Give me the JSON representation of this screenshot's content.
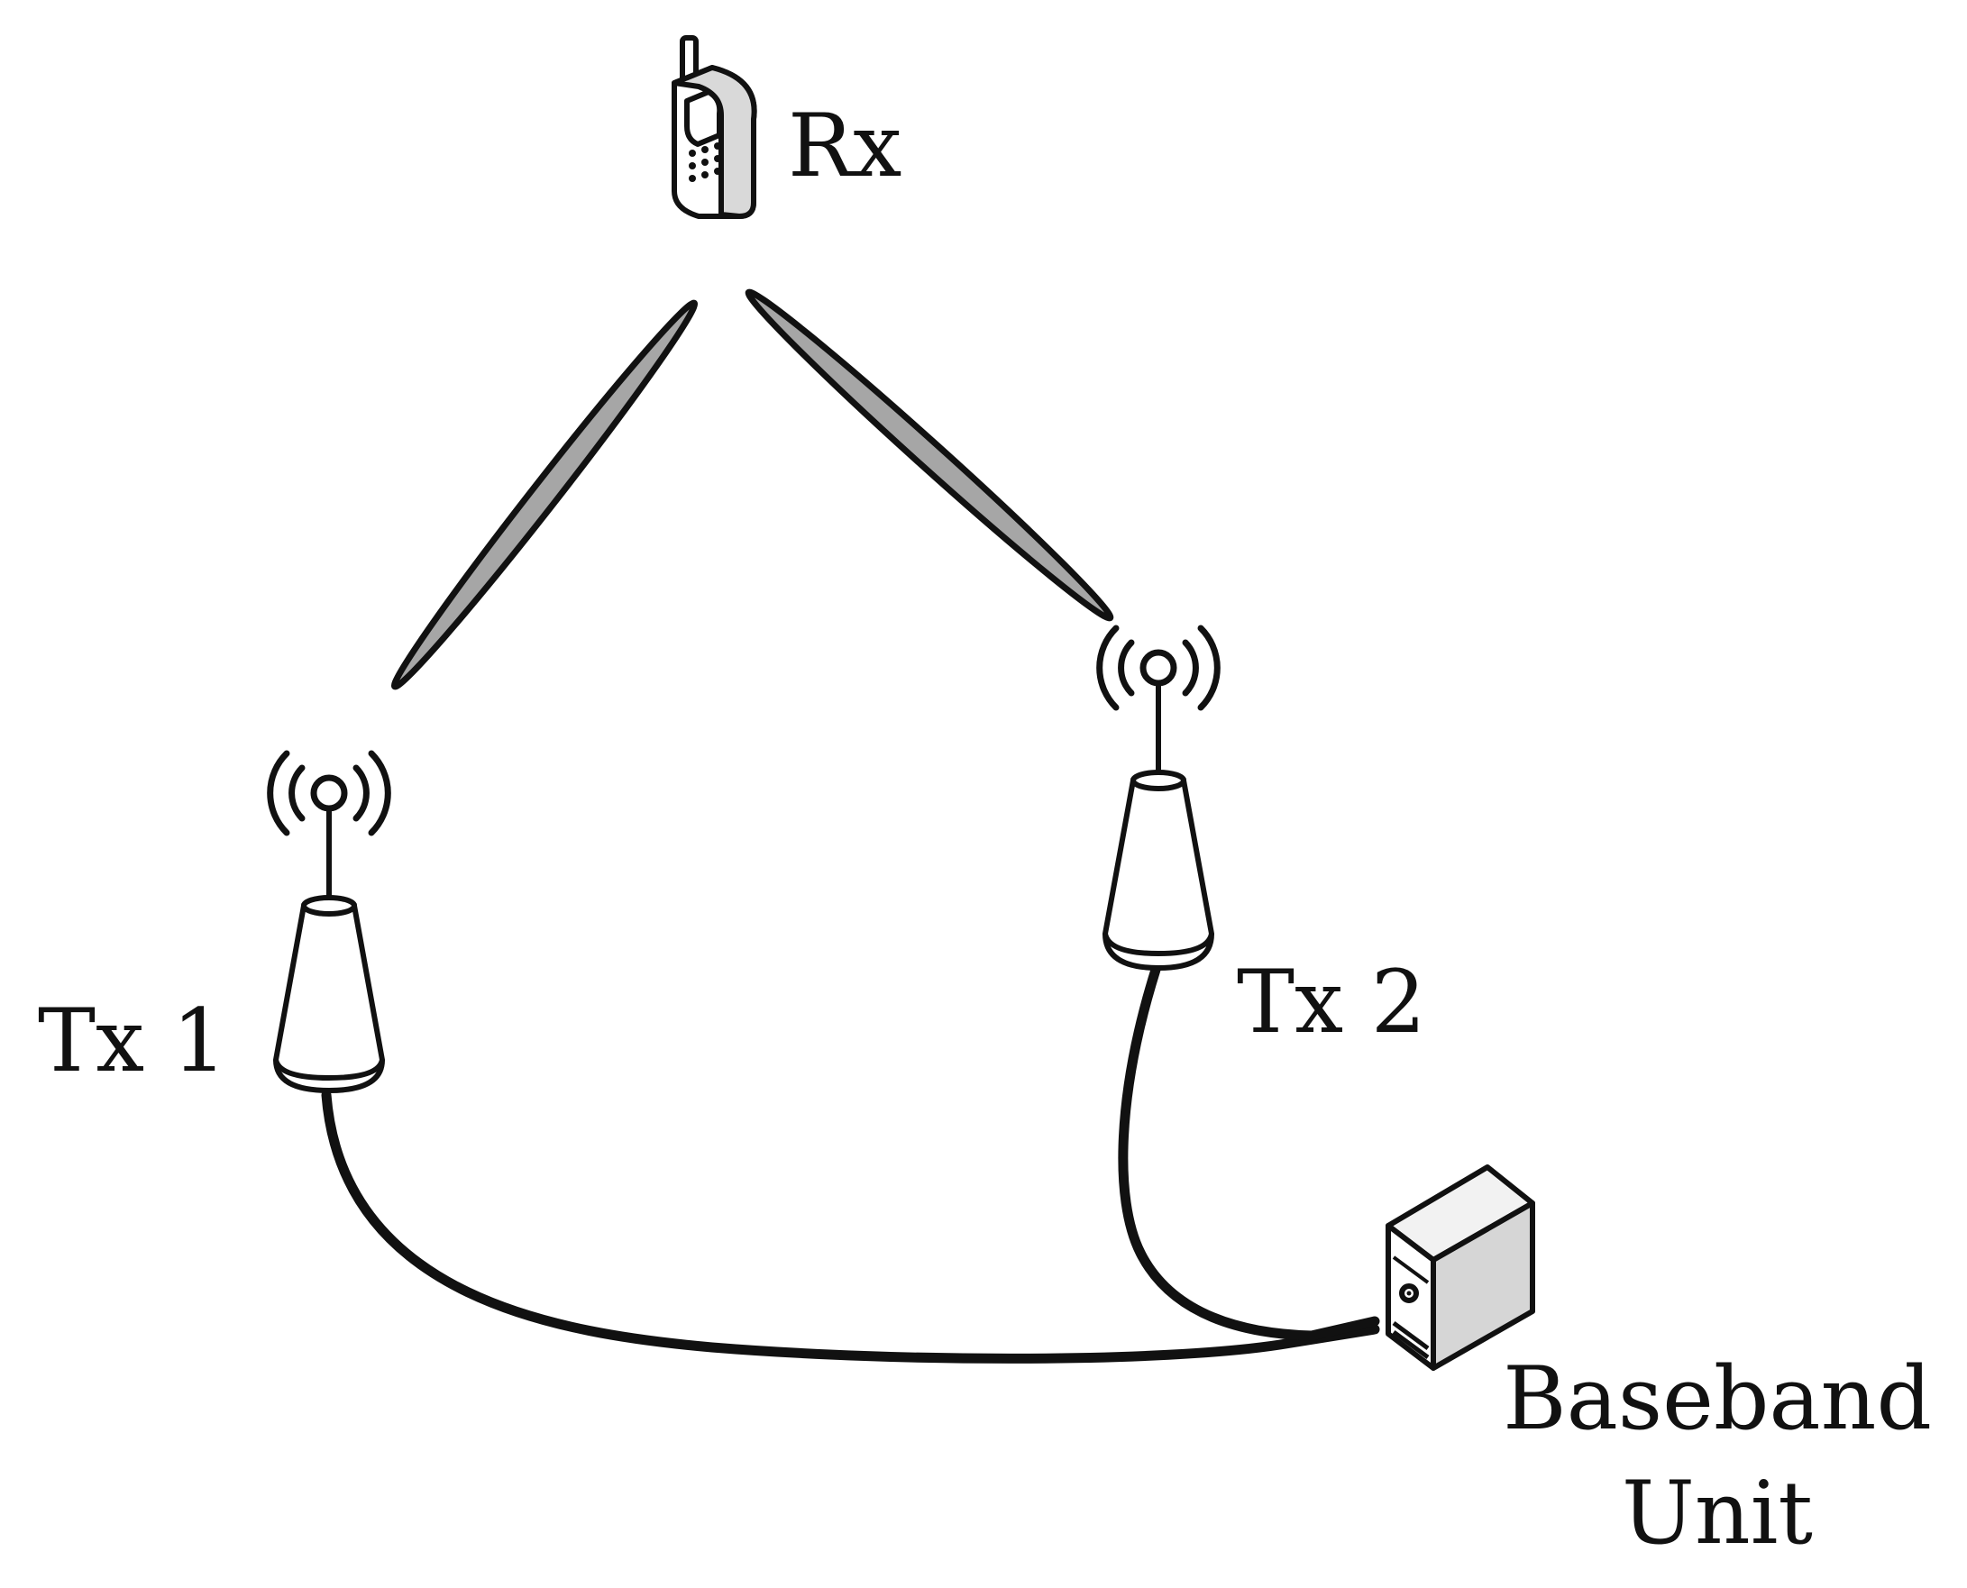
{
  "labels": {
    "rx": "Rx",
    "tx1": "Tx 1",
    "tx2": "Tx 2",
    "bbu_line1": "Baseband",
    "bbu_line2": "Unit"
  },
  "colors": {
    "stroke": "#111111",
    "beam_fill": "#a6a6a6",
    "device_fill": "#ffffff",
    "server_side": "#d6d6d6",
    "server_top": "#f2f2f2",
    "phone_body": "#d9d9d9"
  },
  "icons": {
    "receiver": "mobile-phone-icon",
    "transmitter": "antenna-icon",
    "signal": "wireless-signal-icon",
    "baseband": "server-icon"
  }
}
